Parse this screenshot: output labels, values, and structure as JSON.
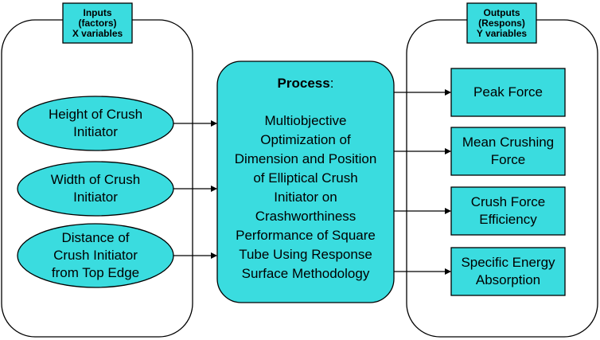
{
  "inputs": {
    "tab_lines": [
      "Inputs",
      "(factors)",
      "X variables"
    ],
    "factors": [
      {
        "lines": [
          "Height of Crush",
          "Initiator"
        ]
      },
      {
        "lines": [
          "Width of Crush",
          "Initiator"
        ]
      },
      {
        "lines": [
          "Distance of",
          "Crush Initiator",
          "from Top Edge"
        ]
      }
    ]
  },
  "process": {
    "title": "Process",
    "title_suffix": ":",
    "lines": [
      "Multiobjective",
      "Optimization of",
      "Dimension and Position",
      "of Elliptical Crush",
      "Initiator on",
      "Crashworthiness",
      "Performance of Square",
      "Tube Using Response",
      "Surface Methodology"
    ]
  },
  "outputs": {
    "tab_lines": [
      "Outputs",
      "(Respons)",
      "Y variables"
    ],
    "responses": [
      {
        "lines": [
          "Peak Force"
        ]
      },
      {
        "lines": [
          "Mean Crushing",
          "Force"
        ]
      },
      {
        "lines": [
          "Crush Force",
          "Efficiency"
        ]
      },
      {
        "lines": [
          "Specific Energy",
          "Absorption"
        ]
      }
    ]
  },
  "colors": {
    "fill": "#3ADCDF",
    "stroke": "#000000",
    "background": "#FFFFFF"
  }
}
